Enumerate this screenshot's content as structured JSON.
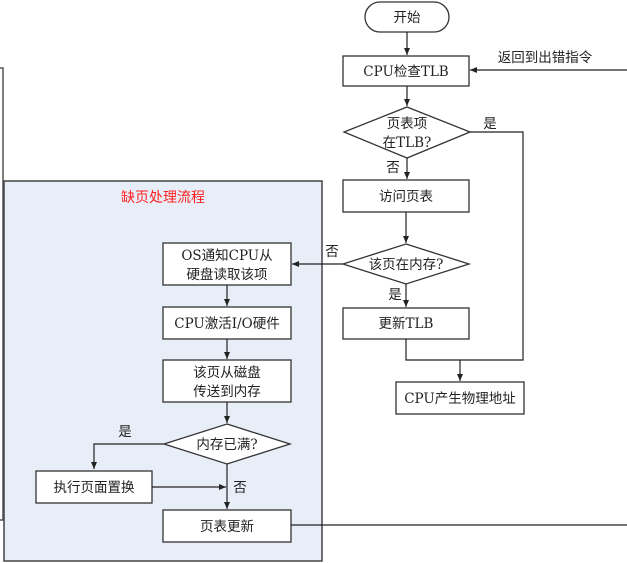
{
  "colors": {
    "panel_fill": "#e8eef8",
    "panel_border": "#444444",
    "title_color": "#ff2020",
    "line": "#222222"
  },
  "main_flow": {
    "start": "开始",
    "check_tlb": "CPU检查TLB",
    "return_label": "返回到出错指令",
    "decision_tlb": [
      "页表项",
      "在TLB?"
    ],
    "yes_tlb": "是",
    "no_tlb": "否",
    "access_pt": "访问页表",
    "decision_mem": "该页在内存?",
    "no_mem": "否",
    "yes_mem": "是",
    "update_tlb": "更新TLB",
    "phys_addr": "CPU产生物理地址"
  },
  "page_fault": {
    "title": "缺页处理流程",
    "os_notify": [
      "OS通知CPU从",
      "硬盘读取该项"
    ],
    "activate_io": "CPU激活I/O硬件",
    "transfer": [
      "该页从磁盘",
      "传送到内存"
    ],
    "decision_full": "内存已满?",
    "yes_full": "是",
    "no_full": "否",
    "replace": "执行页面置换",
    "update_pt": "页表更新"
  }
}
